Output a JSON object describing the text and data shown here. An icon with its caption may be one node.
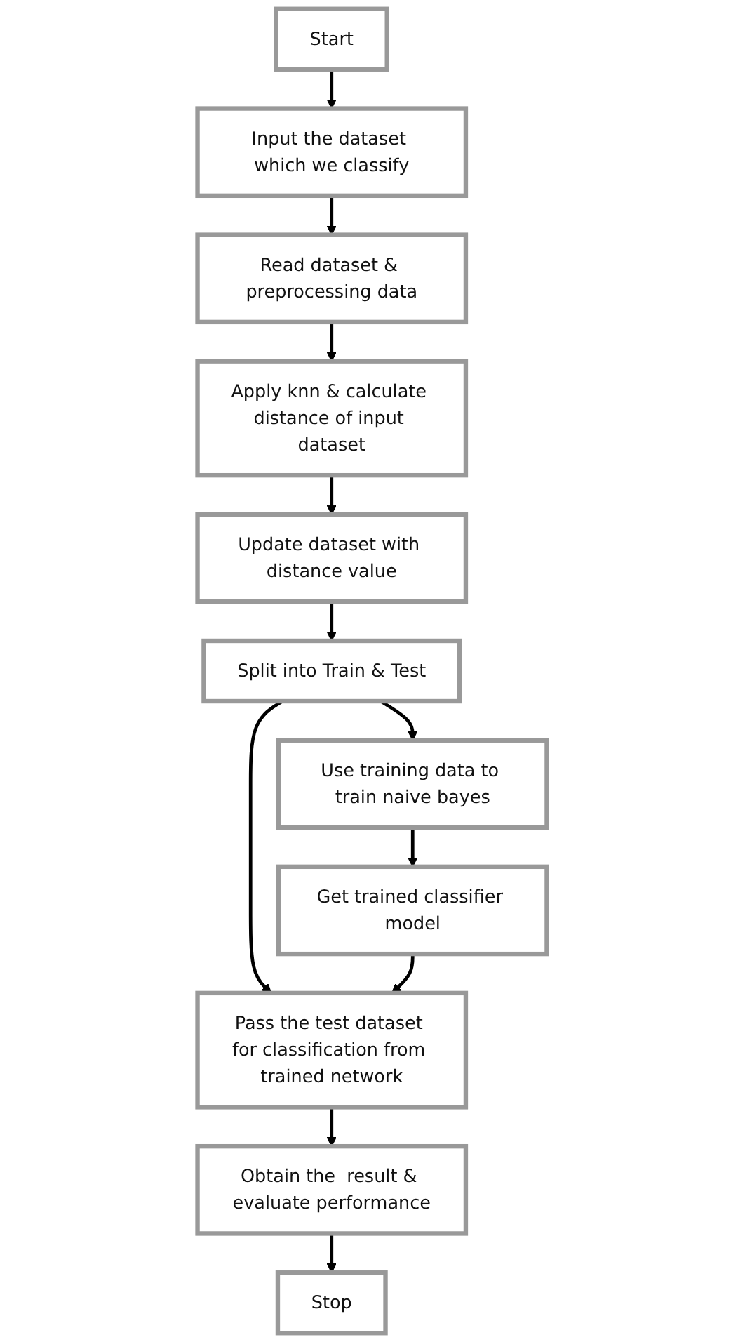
{
  "diagram": {
    "nodes": [
      {
        "text": [
          "Input the dataset which we classify"
        ]
      },
      {
        "text": [
          "Start"
        ]
      },
      {
        "text": [
          "Read dataset & preprocessing data"
        ]
      },
      {
        "text": [
          "Apply knn & calculate distance of input dataset"
        ]
      },
      {
        "text": [
          "Update dataset with distance value"
        ]
      },
      {
        "text": [
          "Split into Train & Test"
        ]
      },
      {
        "text": [
          "Use training data to train naive bayes"
        ]
      },
      {
        "text": [
          "Pass the test dataset for classification from trained network"
        ]
      },
      {
        "text": [
          "Get trained classifier model"
        ]
      },
      {
        "text": [
          "Obtain the  result & evaluate performance"
        ]
      },
      {
        "text": [
          "Stop"
        ]
      }
    ],
    "edges": [
      {
        "from": 1,
        "to": 0,
        "arrow": "to"
      },
      {
        "from": 0,
        "to": 2,
        "arrow": "to"
      },
      {
        "from": 2,
        "to": 3,
        "arrow": "to"
      },
      {
        "from": 3,
        "to": 4,
        "arrow": "to"
      },
      {
        "from": 4,
        "to": 5,
        "arrow": "to"
      },
      {
        "from": 5,
        "to": 7,
        "arrow": "to"
      },
      {
        "from": 5,
        "to": 6,
        "arrow": "to"
      },
      {
        "from": 6,
        "to": 8,
        "arrow": "to"
      },
      {
        "from": 8,
        "to": 7,
        "arrow": "to"
      },
      {
        "from": 7,
        "to": 9,
        "arrow": "to"
      },
      {
        "from": 9,
        "to": 10,
        "arrow": "to"
      }
    ]
  }
}
